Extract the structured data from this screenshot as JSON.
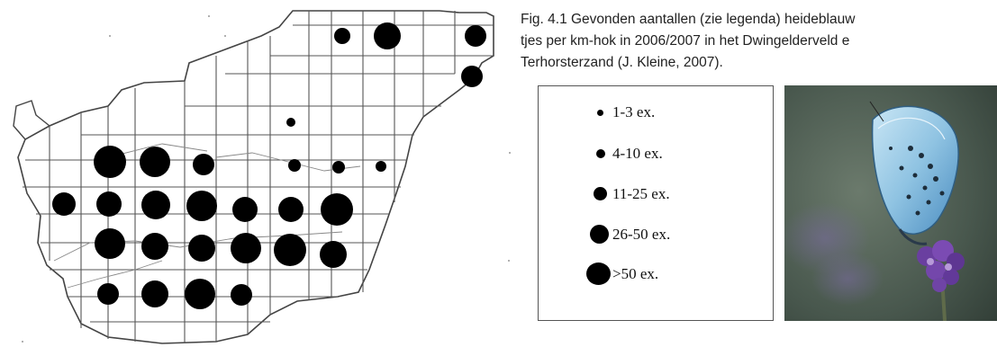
{
  "caption": {
    "line1": "Fig. 4.1 Gevonden aantallen (zie legenda) heideblauw",
    "line2": "tjes per km-hok in 2006/2007 in het Dwingelderveld e",
    "line3": "Terhorsterzand (J. Kleine,  2007)."
  },
  "legend": {
    "items": [
      {
        "label": "1-3 ex."
      },
      {
        "label": "4-10 ex."
      },
      {
        "label": "11-25 ex."
      },
      {
        "label": "26-50 ex."
      },
      {
        "label": ">50 ex."
      }
    ]
  },
  "colors": {
    "dot": "#000000",
    "outline": "#444444",
    "grid": "#555555"
  },
  "photo": {
    "subject": "butterfly-photo"
  }
}
